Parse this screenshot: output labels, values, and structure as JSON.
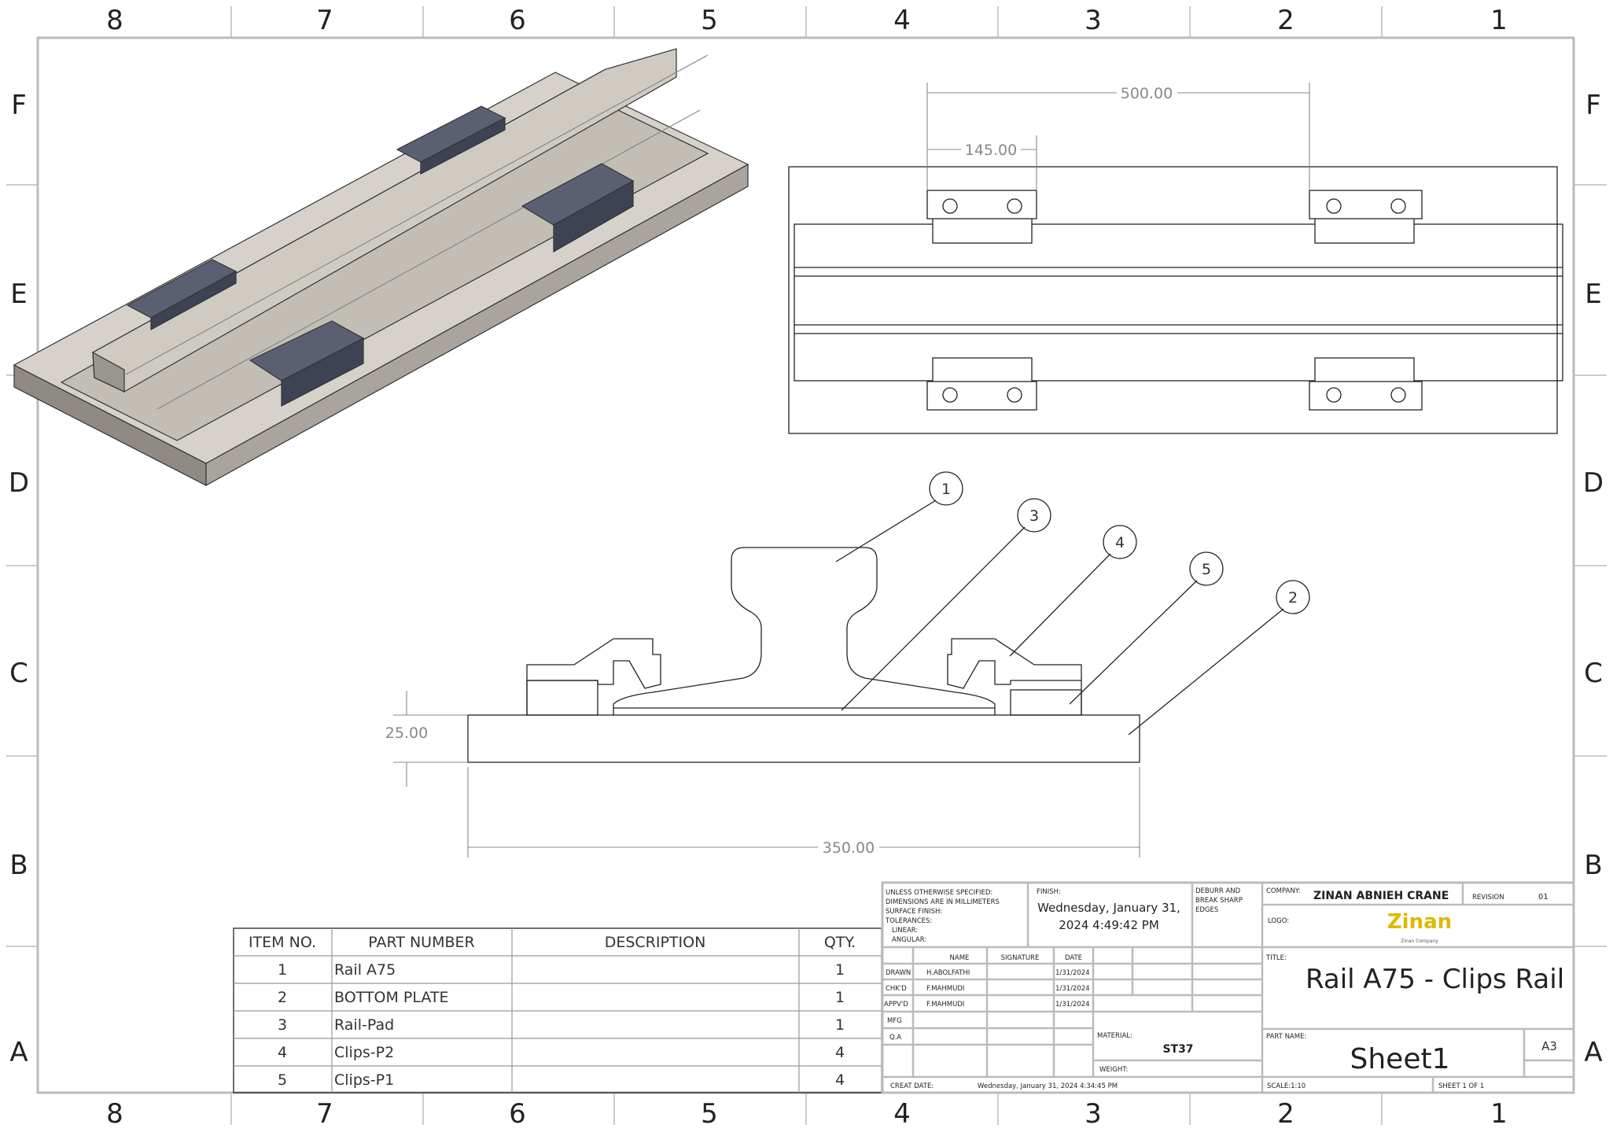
{
  "zones": {
    "columns": [
      "8",
      "7",
      "6",
      "5",
      "4",
      "3",
      "2",
      "1"
    ],
    "rows": [
      "F",
      "E",
      "D",
      "C",
      "B",
      "A"
    ]
  },
  "dimensions": {
    "top_spacing": "500.00",
    "top_offset": "145.00",
    "plate_thickness": "25.00",
    "plate_width": "350.00"
  },
  "balloons": [
    "1",
    "3",
    "4",
    "5",
    "2"
  ],
  "bom": {
    "headers": [
      "ITEM NO.",
      "PART NUMBER",
      "DESCRIPTION",
      "QTY."
    ],
    "rows": [
      {
        "item": "1",
        "part": "Rail A75",
        "desc": "",
        "qty": "1"
      },
      {
        "item": "2",
        "part": "BOTTOM PLATE",
        "desc": "",
        "qty": "1"
      },
      {
        "item": "3",
        "part": "Rail-Pad",
        "desc": "",
        "qty": "1"
      },
      {
        "item": "4",
        "part": "Clips-P2",
        "desc": "",
        "qty": "4"
      },
      {
        "item": "5",
        "part": "Clips-P1",
        "desc": "",
        "qty": "4"
      }
    ]
  },
  "title_block": {
    "notes": [
      "UNLESS OTHERWISE SPECIFIED:",
      "DIMENSIONS ARE IN MILLIMETERS",
      "SURFACE FINISH:",
      "TOLERANCES:",
      "LINEAR:",
      "ANGULAR:"
    ],
    "finish_label": "FINISH:",
    "finish_line1": "Wednesday, January 31,",
    "finish_line2": "2024 4:49:42 PM",
    "deburr": [
      "DEBURR AND",
      "BREAK SHARP",
      "EDGES"
    ],
    "company_label": "COMPANY:",
    "company": "ZINAN ABNIEH CRANE",
    "revision_label": "REVISION",
    "revision": "01",
    "logo_label": "LOGO:",
    "logo_text": "Zinan",
    "logo_sub": "Zinan Company",
    "title_label": "TITLE:",
    "title": "Rail A75 - Clips Rail",
    "col_headers": [
      "NAME",
      "SIGNATURE",
      "DATE"
    ],
    "signoffs": [
      {
        "role": "DRAWN",
        "name": "H.ABOLFATHI",
        "date": "1/31/2024"
      },
      {
        "role": "CHK'D",
        "name": "F.MAHMUDI",
        "date": "1/31/2024"
      },
      {
        "role": "APPV'D",
        "name": "F.MAHMUDI",
        "date": "1/31/2024"
      },
      {
        "role": "MFG",
        "name": "",
        "date": ""
      },
      {
        "role": "Q.A",
        "name": "",
        "date": ""
      }
    ],
    "material_label": "MATERIAL:",
    "material": "ST37",
    "weight_label": "WEIGHT:",
    "part_name_label": "PART NAME:",
    "part_name": "Sheet1",
    "size": "A3",
    "create_label": "CREAT DATE:",
    "create_date": "Wednesday, January 31, 2024 4:34:45 PM",
    "scale": "SCALE:1:10",
    "sheet": "SHEET 1 OF 1"
  },
  "colors": {
    "clip": "#5a6072",
    "rail": "#c8c4bc",
    "logo": "#e0b800"
  }
}
